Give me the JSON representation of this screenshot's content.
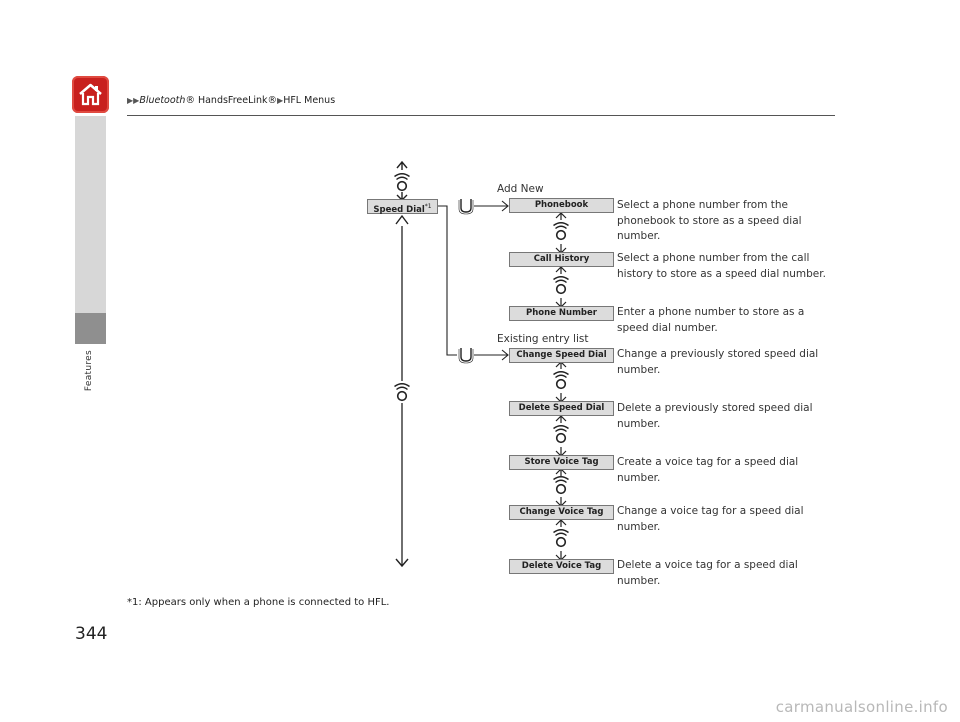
{
  "header": {
    "breadcrumb": [
      "Bluetooth",
      "® HandsFreeLink®",
      "HFL Menus"
    ],
    "home_icon": "home-icon"
  },
  "sidebar": {
    "tab_label": "Features"
  },
  "page_number": "344",
  "footnote": "*1: Appears only when a phone is connected to HFL.",
  "diagram": {
    "root": {
      "label": "Speed Dial",
      "sup": "*1"
    },
    "branch_add_new": "Add New",
    "branch_existing": "Existing entry list",
    "items": [
      {
        "label": "Phonebook",
        "desc": "Select a phone number from the phonebook to store as a speed dial number."
      },
      {
        "label": "Call History",
        "desc": "Select a phone number from the call history to store as a speed dial number."
      },
      {
        "label": "Phone Number",
        "desc": "Enter a phone number to store as a speed dial number."
      },
      {
        "label": "Change Speed Dial",
        "desc": "Change a previously stored speed dial number."
      },
      {
        "label": "Delete Speed Dial",
        "desc": "Delete a previously stored speed dial number."
      },
      {
        "label": "Store Voice Tag",
        "desc": "Create a voice tag for a speed dial number."
      },
      {
        "label": "Change Voice Tag",
        "desc": "Change a voice tag for a speed dial number."
      },
      {
        "label": "Delete Voice Tag",
        "desc": "Delete a voice tag for a speed dial number."
      }
    ]
  },
  "watermark": "carmanualsonline.info"
}
